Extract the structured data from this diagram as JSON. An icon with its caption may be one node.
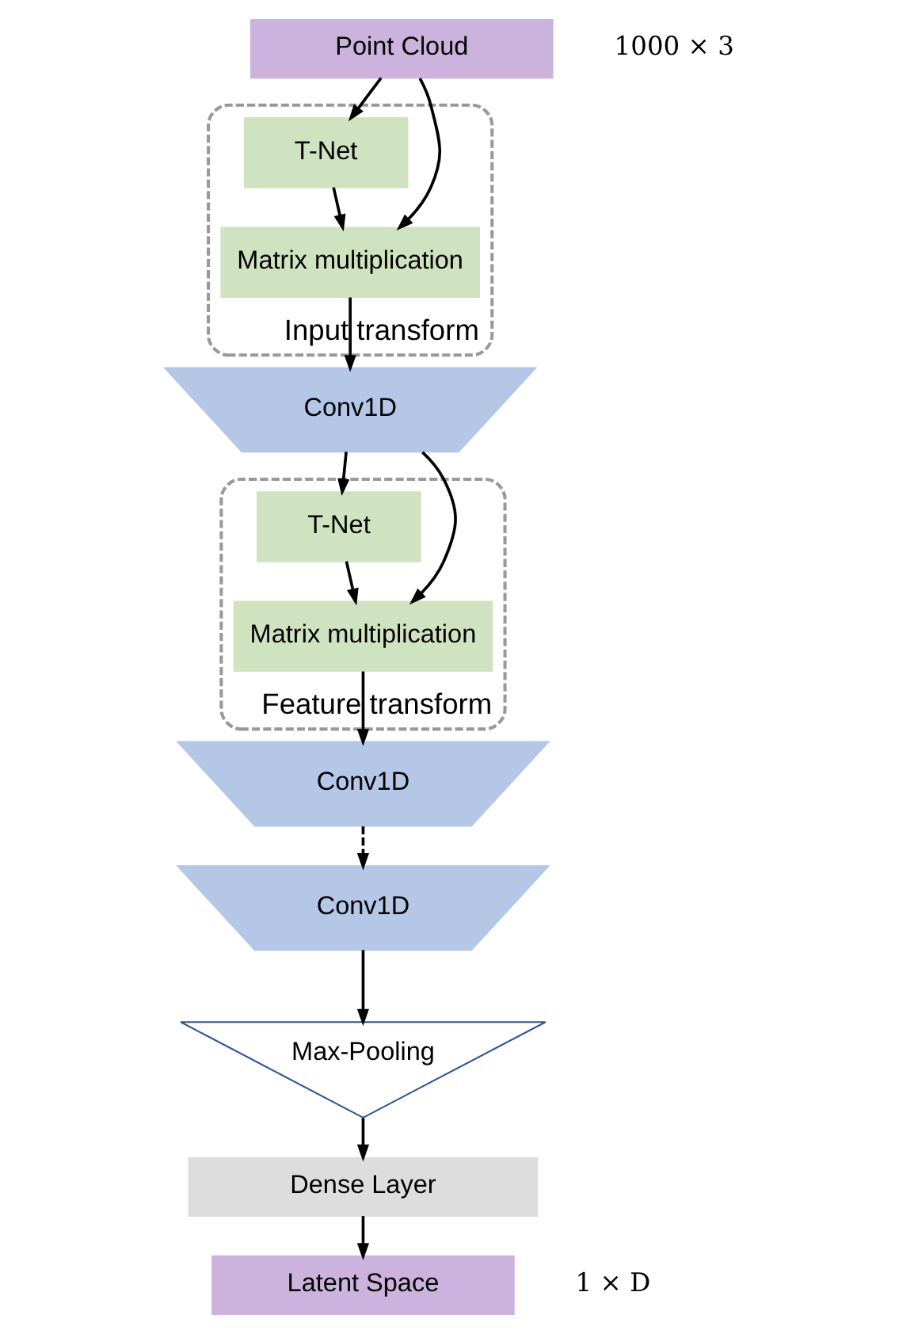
{
  "diagram": {
    "nodes": [
      {
        "text": [
          "Point Cloud"
        ],
        "beside": [
          "1000 × 3"
        ]
      },
      {
        "text": [
          "Input transform"
        ]
      },
      {
        "text": [
          "T-Net"
        ],
        "in": 1
      },
      {
        "text": [
          "Matrix multiplication"
        ],
        "in": 1
      },
      {
        "text": [
          "Conv1D"
        ]
      },
      {
        "text": [
          "Feature transform"
        ]
      },
      {
        "text": [
          "T-Net"
        ],
        "in": 5
      },
      {
        "text": [
          "Matrix multiplication"
        ],
        "in": 5
      },
      {
        "text": [
          "Conv1D"
        ]
      },
      {
        "text": [
          "Conv1D"
        ]
      },
      {
        "text": [
          "Max-Pooling"
        ]
      },
      {
        "text": [
          "Dense Layer"
        ]
      },
      {
        "text": [
          "Latent Space"
        ],
        "beside": [
          "1 × D"
        ]
      }
    ],
    "edges": [
      {
        "from": 0,
        "to": 2,
        "arrow": "to"
      },
      {
        "from": 0,
        "to": 3,
        "arrow": "to"
      },
      {
        "from": 2,
        "to": 3,
        "arrow": "to"
      },
      {
        "from": 3,
        "to": 4,
        "arrow": "to"
      },
      {
        "from": 4,
        "to": 6,
        "arrow": "to"
      },
      {
        "from": 4,
        "to": 7,
        "arrow": "to"
      },
      {
        "from": 6,
        "to": 7,
        "arrow": "to"
      },
      {
        "from": 7,
        "to": 8,
        "arrow": "to"
      },
      {
        "from": 8,
        "to": 9,
        "arrow": "to",
        "style": "dashed"
      },
      {
        "from": 9,
        "to": 10,
        "arrow": "to"
      },
      {
        "from": 10,
        "to": 11,
        "arrow": "to"
      },
      {
        "from": 11,
        "to": 12,
        "arrow": "to"
      }
    ]
  }
}
